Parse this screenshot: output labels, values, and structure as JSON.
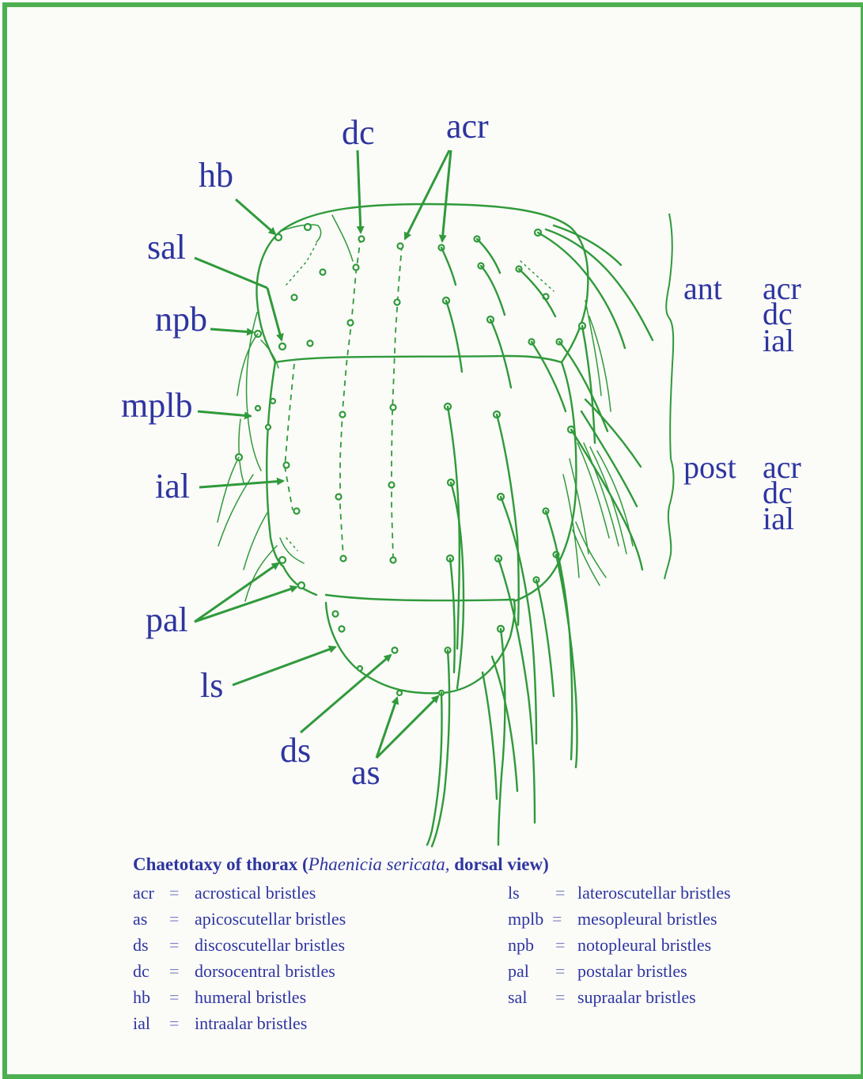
{
  "diagram": {
    "labels": {
      "dc": "dc",
      "acr": "acr",
      "hb": "hb",
      "sal": "sal",
      "npb": "npb",
      "mplb": "mplb",
      "ial": "ial",
      "pal": "pal",
      "ls": "ls",
      "ds": "ds",
      "as": "as"
    },
    "sections": [
      {
        "name": "ant",
        "items": [
          "acr",
          "dc",
          "ial"
        ]
      },
      {
        "name": "post",
        "items": [
          "acr",
          "dc",
          "ial"
        ]
      }
    ]
  },
  "caption": {
    "title_prefix": "Chaetotaxy of thorax (",
    "title_species": "Phaenicia sericata,",
    "title_suffix": " dorsal view)",
    "legend_left": [
      {
        "abbr": "acr",
        "eq": "=",
        "desc": "acrostical bristles"
      },
      {
        "abbr": "as",
        "eq": "=",
        "desc": "apicoscutellar bristles"
      },
      {
        "abbr": "ds",
        "eq": "=",
        "desc": "discoscutellar bristles"
      },
      {
        "abbr": "dc",
        "eq": "=",
        "desc": "dorsocentral bristles"
      },
      {
        "abbr": "hb",
        "eq": "=",
        "desc": "humeral bristles"
      },
      {
        "abbr": "ial",
        "eq": "=",
        "desc": "intraalar bristles"
      }
    ],
    "legend_right": [
      {
        "abbr": "ls",
        "eq": "=",
        "desc": "lateroscutellar  bristles"
      },
      {
        "abbr": "mplb",
        "eq": "=",
        "desc": "mesopleural bristles"
      },
      {
        "abbr": "npb",
        "eq": "=",
        "desc": "notopleural bristles"
      },
      {
        "abbr": "pal",
        "eq": "=",
        "desc": "postalar bristles"
      },
      {
        "abbr": "sal",
        "eq": "=",
        "desc": "supraalar bristles"
      }
    ]
  },
  "colors": {
    "frame": "#4cb050",
    "line_art": "#2f9a3a",
    "text": "#2e35a0"
  }
}
